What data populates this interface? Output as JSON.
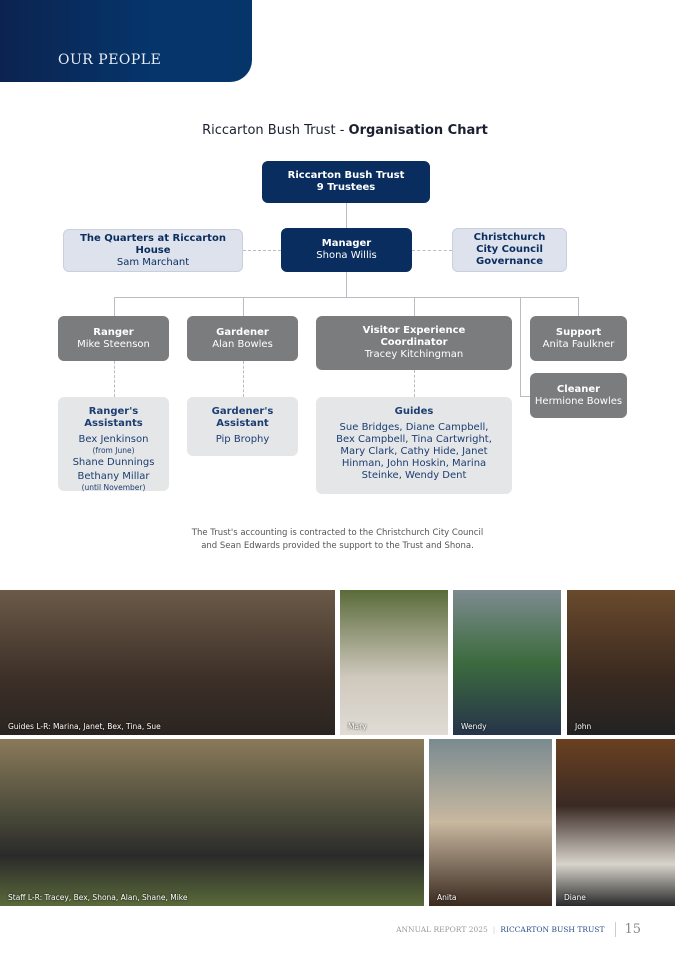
{
  "header": {
    "section": "OUR PEOPLE"
  },
  "chart": {
    "title_plain": "Riccarton Bush Trust - ",
    "title_bold": "Organisation Chart"
  },
  "nodes": {
    "trustees": {
      "title": "Riccarton Bush Trust",
      "sub": "9 Trustees"
    },
    "quarters": {
      "title": "The Quarters at Riccarton House",
      "name": "Sam Marchant"
    },
    "manager": {
      "title": "Manager",
      "name": "Shona Willis"
    },
    "ccc": {
      "title": "Christchurch City Council Governance"
    },
    "ranger": {
      "title": "Ranger",
      "name": "Mike Steenson"
    },
    "gardener": {
      "title": "Gardener",
      "name": "Alan Bowles"
    },
    "vec": {
      "title": "Visitor Experience Coordinator",
      "name": "Tracey Kitchingman"
    },
    "support": {
      "title": "Support",
      "name": "Anita Faulkner"
    },
    "cleaner": {
      "title": "Cleaner",
      "name": "Hermione Bowles"
    },
    "ranger_assistants": {
      "title": "Ranger's Assistants",
      "n1": "Bex Jenkinson",
      "n1note": "(from June)",
      "n2": "Shane Dunnings",
      "n3": "Bethany Millar",
      "n3note": "(until November)"
    },
    "gardener_assistant": {
      "title": "Gardener's Assistant",
      "name": "Pip Brophy"
    },
    "guides": {
      "title": "Guides",
      "names": "Sue Bridges, Diane Campbell, Bex Campbell, Tina Cartwright, Mary Clark, Cathy Hide, Janet Hinman, John Hoskin, Marina Steinke, Wendy Dent"
    }
  },
  "note": {
    "line1": "The Trust's accounting is contracted to the Christchurch City Council",
    "line2": "and Sean Edwards provided the support to the Trust and Shona."
  },
  "photos": [
    "Guides L-R: Marina, Janet, Bex, Tina, Sue",
    "Mary",
    "Wendy",
    "John",
    "Staff L-R: Tracey, Bex, Shona, Alan, Shane, Mike",
    "Anita",
    "Diane"
  ],
  "footer": {
    "report": "ANNUAL REPORT 2025",
    "org": "RICCARTON BUSH TRUST",
    "page": "15"
  }
}
